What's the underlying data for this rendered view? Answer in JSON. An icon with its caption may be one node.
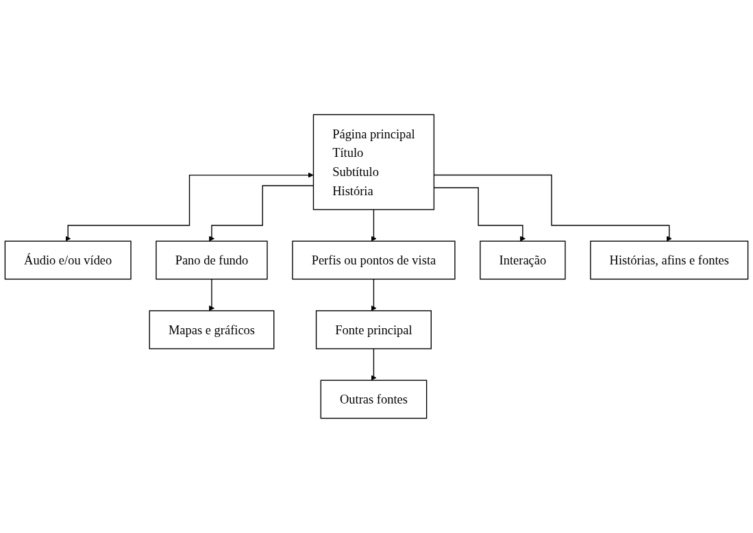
{
  "diagram": {
    "nodes": [
      {
        "text": [
          "Página principal",
          "Título",
          "Subtítulo",
          "História"
        ]
      },
      {
        "text": [
          "Áudio e/ou vídeo"
        ]
      },
      {
        "text": [
          "Pano de fundo"
        ]
      },
      {
        "text": [
          "Perfis ou pontos de vista"
        ]
      },
      {
        "text": [
          "Interação"
        ]
      },
      {
        "text": [
          "Histórias, afins e fontes"
        ]
      },
      {
        "text": [
          "Mapas e gráficos"
        ]
      },
      {
        "text": [
          "Fonte principal"
        ]
      },
      {
        "text": [
          "Outras fontes"
        ]
      }
    ],
    "edges": [
      {
        "from": 0,
        "to": 1,
        "arrow": "both"
      },
      {
        "from": 0,
        "to": 2,
        "arrow": "to"
      },
      {
        "from": 0,
        "to": 3,
        "arrow": "to"
      },
      {
        "from": 0,
        "to": 4,
        "arrow": "to"
      },
      {
        "from": 0,
        "to": 5,
        "arrow": "to"
      },
      {
        "from": 2,
        "to": 6,
        "arrow": "to"
      },
      {
        "from": 3,
        "to": 7,
        "arrow": "to"
      },
      {
        "from": 7,
        "to": 8,
        "arrow": "to"
      }
    ]
  }
}
